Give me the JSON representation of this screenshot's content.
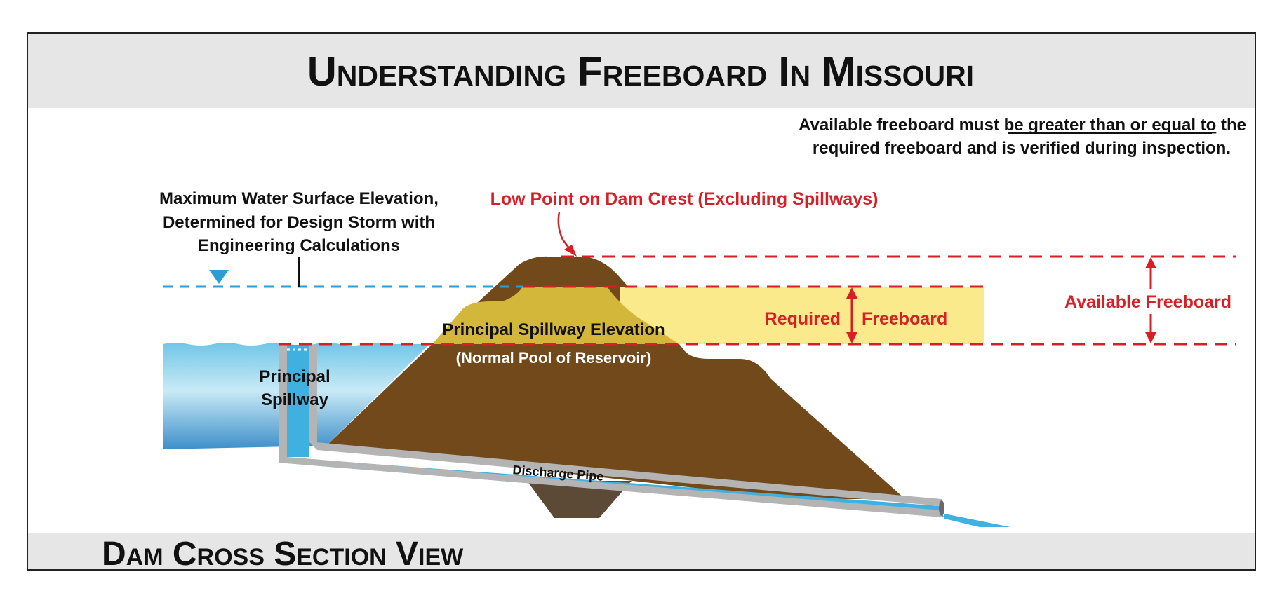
{
  "title": "Understanding Freeboard In Missouri",
  "note": {
    "line1_pre": "Available freeboard must be ",
    "line1_underlined": "greater than or equal to",
    "line1_post": " the",
    "line2": "required freeboard and is verified during inspection."
  },
  "labels": {
    "max_water": [
      "Maximum Water Surface Elevation,",
      "Determined for Design Storm with",
      "Engineering Calculations"
    ],
    "low_point": "Low Point on Dam Crest (Excluding Spillways)",
    "required": "Required",
    "freeboard": "Freeboard",
    "available_freeboard": "Available Freeboard",
    "principal_spillway_elevation": "Principal Spillway Elevation",
    "normal_pool": "(Normal Pool of Reservoir)",
    "principal_spillway": [
      "Principal",
      "Spillway"
    ],
    "discharge_pipe": "Discharge Pipe"
  },
  "footer": "Dam Cross Section View",
  "colors": {
    "header_bg": "#e6e6e6",
    "red_lines": "#d71f26",
    "water_line": "#2a9fd6",
    "dam_fill": "#72491a",
    "dam_top": "#d3b73a",
    "required_band": "#fbea8b",
    "pipe_gray": "#b4b4b4",
    "water_blue": "#3fb1e0",
    "foundation": "#5d4a36"
  }
}
